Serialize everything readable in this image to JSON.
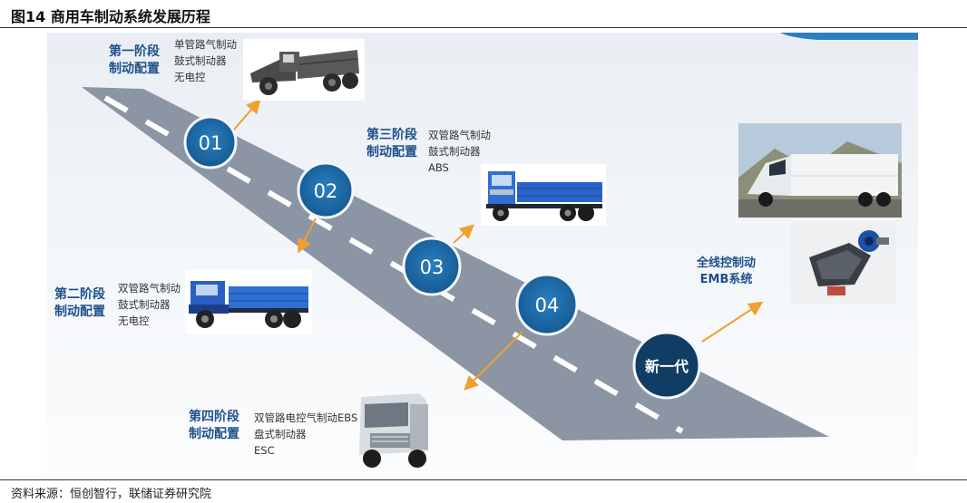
{
  "figure_title": "图14 商用车制动系统发展历程",
  "source_note": "资料来源：恒创智行，联储证券研究院",
  "milestones": [
    "01",
    "02",
    "03",
    "04",
    "新一代"
  ],
  "stages": [
    {
      "heading_line1": "第一阶段",
      "heading_line2": "制动配置",
      "specs": [
        "单管路气制动",
        "鼓式制动器",
        "无电控"
      ]
    },
    {
      "heading_line1": "第二阶段",
      "heading_line2": "制动配置",
      "specs": [
        "双管路气制动",
        "鼓式制动器",
        "无电控"
      ]
    },
    {
      "heading_line1": "第三阶段",
      "heading_line2": "制动配置",
      "specs": [
        "双管路气制动",
        "鼓式制动器",
        "ABS"
      ]
    },
    {
      "heading_line1": "第四阶段",
      "heading_line2": "制动配置",
      "specs": [
        "双管路电控气制动EBS",
        "盘式制动器",
        "ESC"
      ]
    }
  ],
  "new_generation": {
    "line1": "全线控制动",
    "line2": "EMB系统"
  },
  "colors": {
    "road": "#8b95a3",
    "milestone": "#1a6aa8",
    "milestone_dark": "#0f3d63",
    "arrow": "#f0a030",
    "stage_text": "#1e4f8a"
  }
}
